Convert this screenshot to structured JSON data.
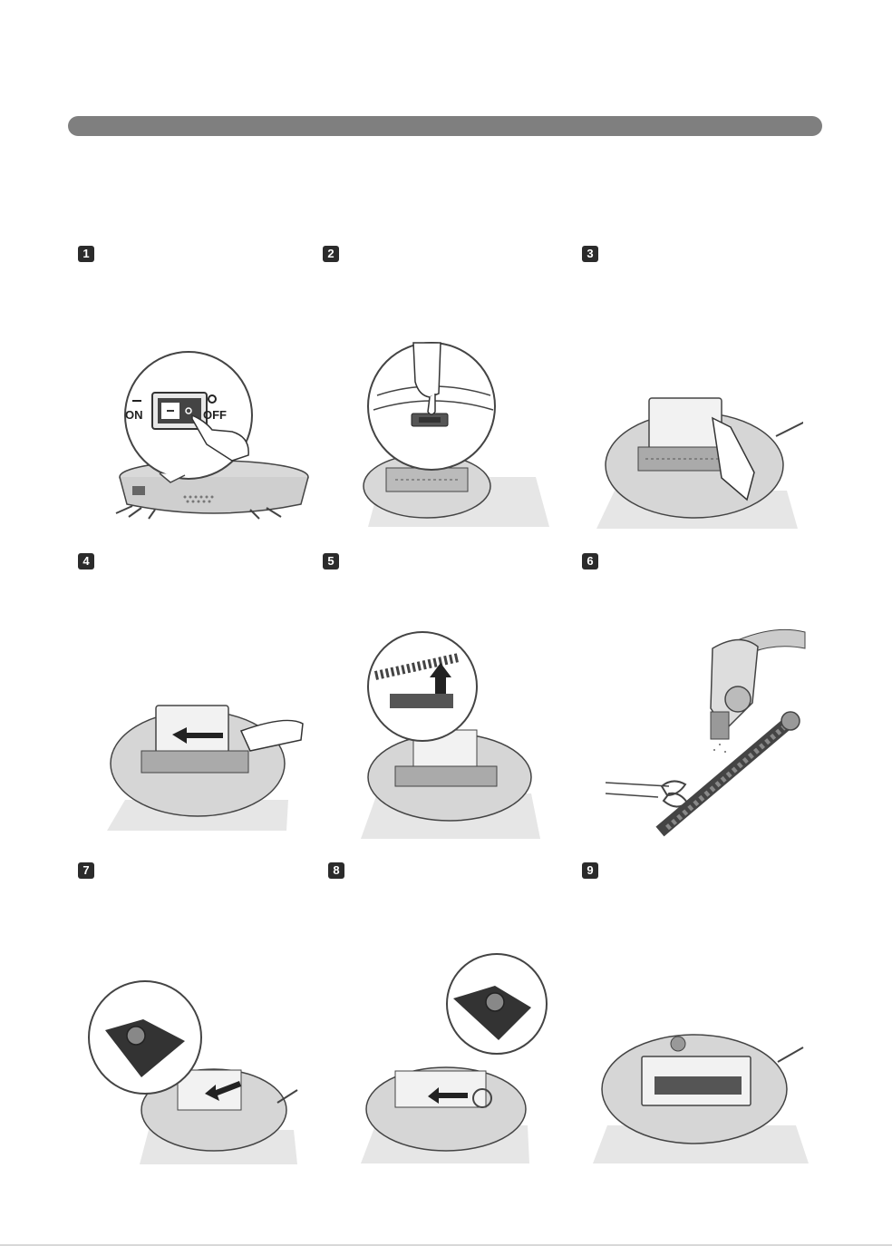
{
  "steps": [
    {
      "number": "1",
      "icon": "power-switch-off-icon",
      "switch_on_label": "ON",
      "switch_off_label": "OFF"
    },
    {
      "number": "2",
      "icon": "press-latch-icon"
    },
    {
      "number": "3",
      "icon": "open-brush-cover-icon"
    },
    {
      "number": "4",
      "icon": "slide-brush-icon"
    },
    {
      "number": "5",
      "icon": "lift-brush-icon"
    },
    {
      "number": "6",
      "icon": "clean-brush-vacuum-scissors-icon"
    },
    {
      "number": "7",
      "icon": "insert-brush-icon"
    },
    {
      "number": "8",
      "icon": "seat-brush-icon"
    },
    {
      "number": "9",
      "icon": "close-cover-icon"
    }
  ],
  "colors": {
    "header_bar": "#7f7f7f",
    "badge": "#2b2b2b",
    "floor": "#e6e6e6",
    "line": "#444444"
  }
}
